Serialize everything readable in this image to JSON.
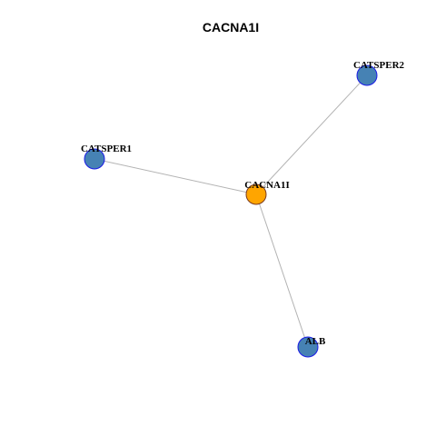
{
  "graph": {
    "title": "CACNA1I",
    "nodes": [
      {
        "id": "CACNA1I",
        "label": "CACNA1I",
        "role": "query",
        "color": "#FFA500",
        "border": "#7A3B20"
      },
      {
        "id": "CATSPER2",
        "label": "CATSPER2",
        "role": "interactor",
        "color": "#4682B4",
        "border": "#1A1AE6"
      },
      {
        "id": "CATSPER1",
        "label": "CATSPER1",
        "role": "interactor",
        "color": "#4682B4",
        "border": "#1A1AE6"
      },
      {
        "id": "ALB",
        "label": "ALB",
        "role": "interactor",
        "color": "#4682B4",
        "border": "#1A1AE6"
      }
    ],
    "edges": [
      {
        "source": "CACNA1I",
        "target": "CATSPER2"
      },
      {
        "source": "CACNA1I",
        "target": "CATSPER1"
      },
      {
        "source": "CACNA1I",
        "target": "ALB"
      }
    ],
    "edge_color": "#B3B3B3"
  }
}
